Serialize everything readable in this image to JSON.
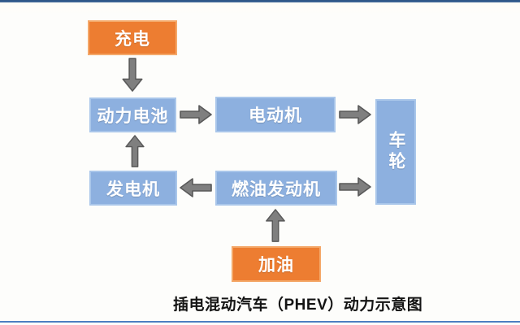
{
  "diagram": {
    "caption": "插电混动汽车（PHEV）动力示意图",
    "nodes": {
      "charge": {
        "label": "充电",
        "type": "orange"
      },
      "battery": {
        "label": "动力电池",
        "type": "blue"
      },
      "motor": {
        "label": "电动机",
        "type": "blue"
      },
      "wheel": {
        "label": "车轮",
        "type": "blue"
      },
      "generator": {
        "label": "发电机",
        "type": "blue"
      },
      "engine": {
        "label": "燃油发动机",
        "type": "blue"
      },
      "fuel": {
        "label": "加油",
        "type": "orange"
      }
    },
    "edges": [
      {
        "from": "charge",
        "to": "battery",
        "direction": "down"
      },
      {
        "from": "battery",
        "to": "motor",
        "direction": "right"
      },
      {
        "from": "motor",
        "to": "wheel",
        "direction": "right"
      },
      {
        "from": "generator",
        "to": "battery",
        "direction": "up"
      },
      {
        "from": "engine",
        "to": "generator",
        "direction": "left"
      },
      {
        "from": "engine",
        "to": "wheel",
        "direction": "right"
      },
      {
        "from": "fuel",
        "to": "engine",
        "direction": "up"
      }
    ],
    "colors": {
      "orange_fill": "#ED7D31",
      "orange_border": "#F4A869",
      "blue_fill": "#8DB0DF",
      "blue_border": "#A9C6EA",
      "arrow_fill": "#7F7F7F",
      "arrow_outline": "#595959",
      "top_bar": "#2C5483",
      "bottom_bar": "#4C7FC1",
      "background": "#FDFDFB",
      "node_text": "#FFFFFF",
      "caption_text": "#141414"
    }
  }
}
